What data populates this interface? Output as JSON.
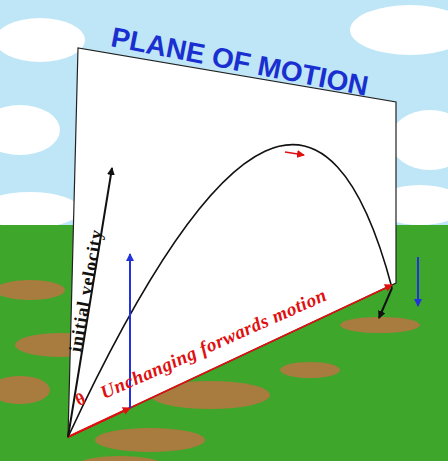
{
  "diagram": {
    "title": "PLANE OF MOTION",
    "labels": [
      "initial velocity",
      "θ",
      "Unchanging forwards motion"
    ]
  }
}
